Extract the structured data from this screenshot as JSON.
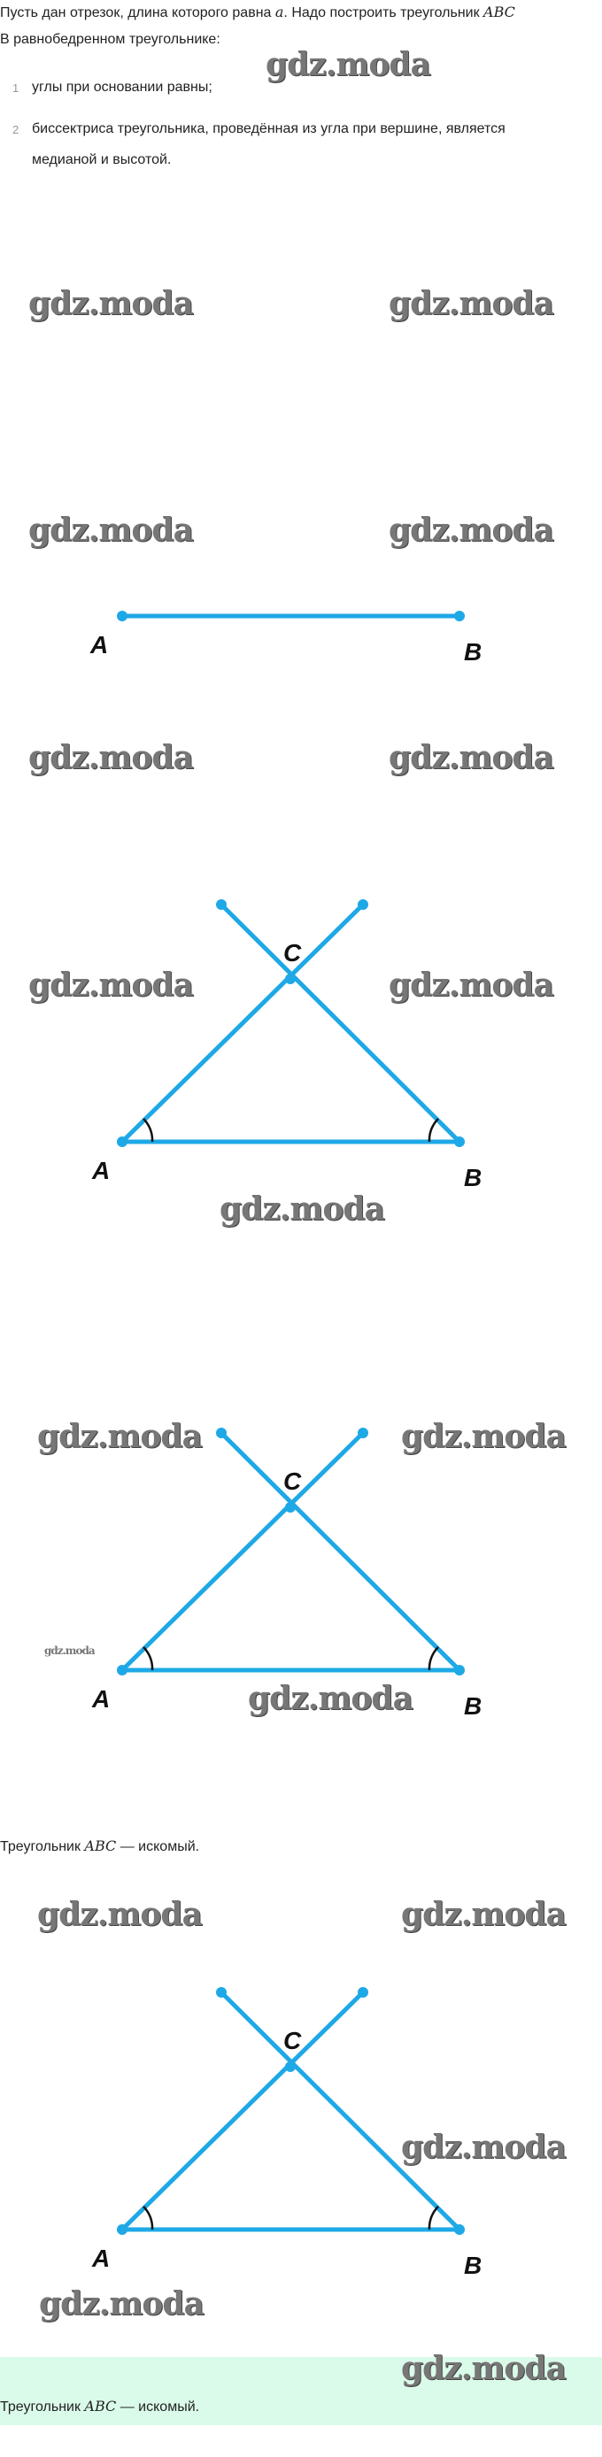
{
  "intro": {
    "line1_pre": "Пусть дан отрезок, длина которого равна ",
    "line1_var": "a",
    "line1_mid": ". Надо построить треугольник ",
    "line1_tri": "ABC",
    "line2": "В равнобедренном треугольнике:"
  },
  "list": [
    {
      "num": "1",
      "text": "углы при основании равны;"
    },
    {
      "num": "2",
      "text": "биссектриса треугольника, проведённая из угла при вершине, является",
      "text2": "медианой и высотой."
    }
  ],
  "labels": {
    "a": "A",
    "b": "B",
    "c": "C"
  },
  "result": {
    "pre": "Треугольник ",
    "tri": "ABC",
    "post": " — искомый."
  },
  "answer": {
    "pre": "Треугольник ",
    "tri": "ABC",
    "post": " — искомый."
  },
  "watermark": "gdz.moda",
  "colors": {
    "line": "#1ea8e6",
    "answer_bg": "#dafbe9"
  }
}
